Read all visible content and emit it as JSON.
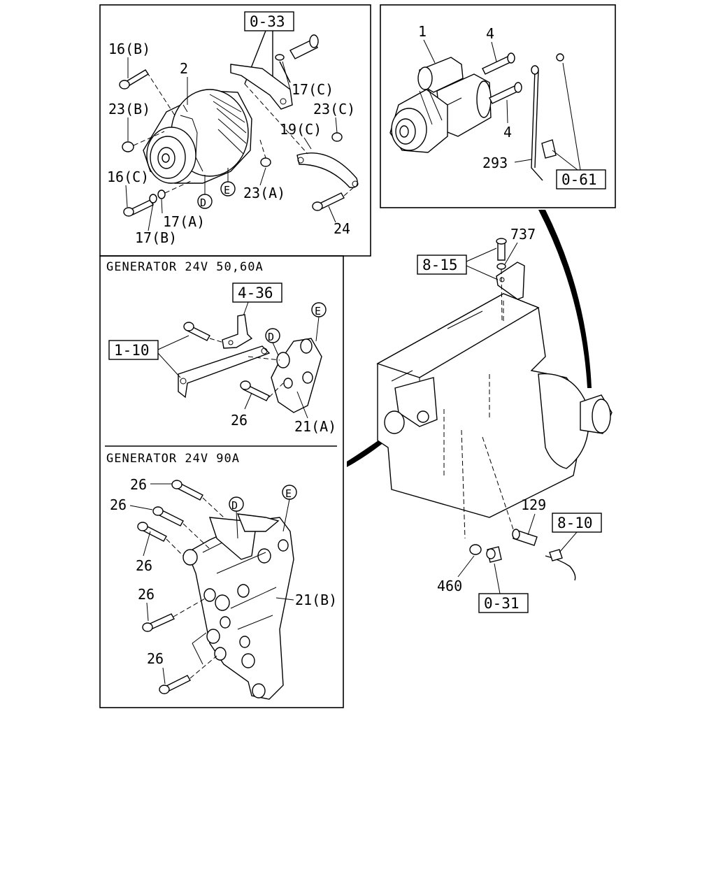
{
  "panels": {
    "alternator": {
      "labels": {
        "ref_0_33": "0-33",
        "l_16b": "16(B)",
        "l_2": "2",
        "l_17c": "17(C)",
        "l_23b": "23(B)",
        "l_23c": "23(C)",
        "l_19c": "19(C)",
        "l_16c": "16(C)",
        "l_d": "D",
        "l_e": "E",
        "l_23a": "23(A)",
        "l_17a": "17(A)",
        "l_24": "24",
        "l_17b": "17(B)"
      }
    },
    "starter": {
      "labels": {
        "l_1": "1",
        "l_4a": "4",
        "l_4b": "4",
        "l_293": "293",
        "ref_0_61": "0-61"
      }
    },
    "gen_50_60": {
      "title": "GENERATOR 24V 50,60A",
      "labels": {
        "ref_4_36": "4-36",
        "ref_1_10": "1-10",
        "l_e": "E",
        "l_d": "D",
        "l_26": "26",
        "l_21a": "21(A)"
      }
    },
    "gen_90": {
      "title": "GENERATOR 24V 90A",
      "labels": {
        "l_26a": "26",
        "l_26b": "26",
        "l_26c": "26",
        "l_26d": "26",
        "l_26e": "26",
        "l_d": "D",
        "l_e": "E",
        "l_21b": "21(B)"
      }
    },
    "engine": {
      "labels": {
        "l_737": "737",
        "ref_8_15": "8-15",
        "l_129": "129",
        "ref_8_10": "8-10",
        "l_460": "460",
        "ref_0_31": "0-31"
      }
    }
  }
}
